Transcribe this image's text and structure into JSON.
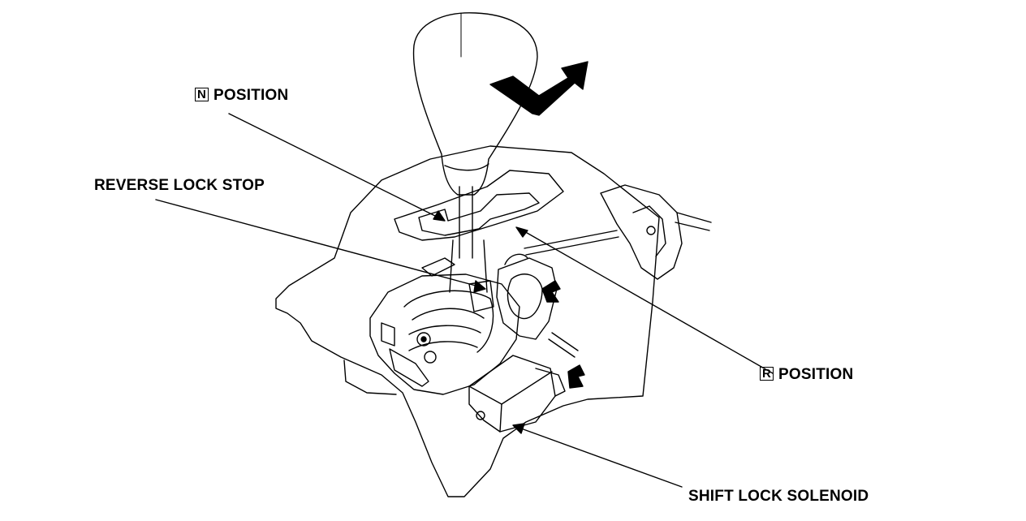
{
  "labels": {
    "n_position": {
      "letter": "N",
      "text": "POSITION"
    },
    "reverse_lock_stop": "REVERSE LOCK STOP",
    "r_position": {
      "letter": "R",
      "text": "POSITION"
    },
    "shift_lock_solenoid": "SHIFT LOCK SOLENOID"
  }
}
